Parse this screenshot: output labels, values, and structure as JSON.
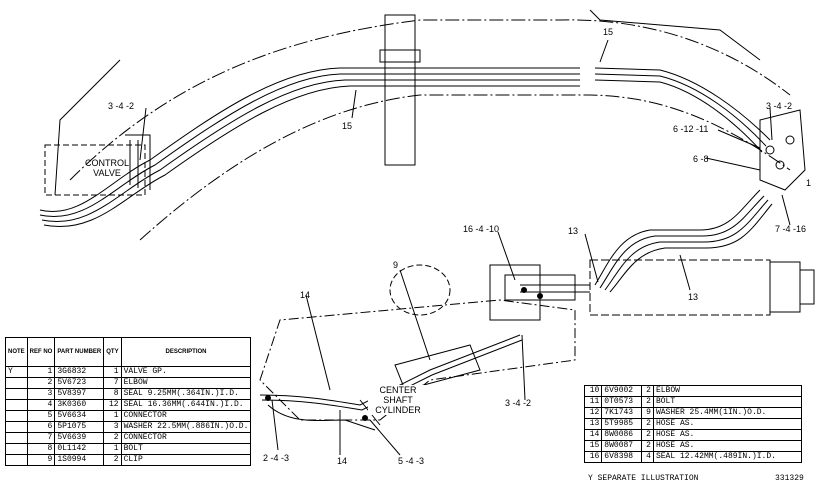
{
  "callouts": {
    "c15_top": "15",
    "c342_left": "3 -4 -2",
    "c15_mid": "15",
    "c342_right": "3 -4 -2",
    "c61211": "6 -12 -11",
    "c68": "6 -8",
    "c7416": "7 -4 -16",
    "c16410": "16 -4 -10",
    "c13_a": "13",
    "c13_b": "13",
    "c9": "9",
    "c14_a": "14",
    "c342_mid": "3 -4 -2",
    "c243": "2 -4 -3",
    "c14_b": "14",
    "c543": "5 -4 -3",
    "c1_edge": "1"
  },
  "labels": {
    "control_valve_1": "CONTROL",
    "control_valve_2": "VALVE",
    "center_shaft_1": "CENTER",
    "center_shaft_2": "SHAFT",
    "center_shaft_3": "CYLINDER"
  },
  "parts_left": {
    "headers": [
      "NOTE",
      "REF NO",
      "PART NUMBER",
      "QTY",
      "DESCRIPTION"
    ],
    "rows": [
      {
        "note": "Y",
        "ref": "1",
        "part": "3G6832",
        "qty": "1",
        "desc": "VALVE GP."
      },
      {
        "note": "",
        "ref": "2",
        "part": "5V6723",
        "qty": "7",
        "desc": "ELBOW"
      },
      {
        "note": "",
        "ref": "3",
        "part": "5V8397",
        "qty": "8",
        "desc": "SEAL  9.25MM(.364IN.)I.D."
      },
      {
        "note": "",
        "ref": "4",
        "part": "3K0360",
        "qty": "12",
        "desc": "SEAL  16.36MM(.644IN.)I.D."
      },
      {
        "note": "",
        "ref": "5",
        "part": "5V6634",
        "qty": "1",
        "desc": "CONNECTOR"
      },
      {
        "note": "",
        "ref": "6",
        "part": "5P1075",
        "qty": "3",
        "desc": "WASHER  22.5MM(.886IN.)O.D."
      },
      {
        "note": "",
        "ref": "7",
        "part": "5V6639",
        "qty": "2",
        "desc": "CONNECTOR"
      },
      {
        "note": "",
        "ref": "8",
        "part": "0L1142",
        "qty": "1",
        "desc": "BOLT"
      },
      {
        "note": "",
        "ref": "9",
        "part": "1S0994",
        "qty": "2",
        "desc": "CLIP"
      }
    ]
  },
  "parts_right": {
    "rows": [
      {
        "ref": "10",
        "part": "6V9002",
        "qty": "2",
        "desc": "ELBOW"
      },
      {
        "ref": "11",
        "part": "0T0573",
        "qty": "2",
        "desc": "BOLT"
      },
      {
        "ref": "12",
        "part": "7K1743",
        "qty": "9",
        "desc": "WASHER  25.4MM(1IN.)O.D."
      },
      {
        "ref": "13",
        "part": "5T9985",
        "qty": "2",
        "desc": "HOSE AS."
      },
      {
        "ref": "14",
        "part": "8W0086",
        "qty": "2",
        "desc": "HOSE AS."
      },
      {
        "ref": "15",
        "part": "8W0087",
        "qty": "2",
        "desc": "HOSE AS."
      },
      {
        "ref": "16",
        "part": "6V8398",
        "qty": "4",
        "desc": "SEAL  12.42MM(.489IN.)I.D."
      }
    ]
  },
  "footnote": "Y   SEPARATE  ILLUSTRATION",
  "figure_id": "331329"
}
